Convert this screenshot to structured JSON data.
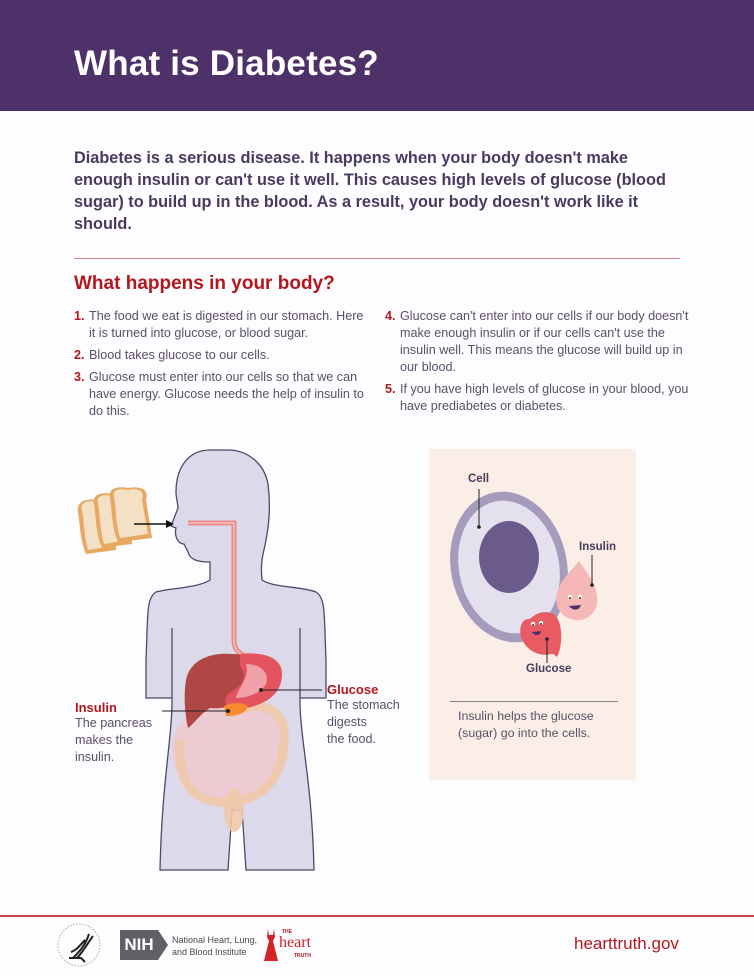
{
  "header": {
    "title": "What is Diabetes?",
    "background": "#4f316a"
  },
  "intro": "Diabetes is a serious disease. It happens when your body doesn't make enough insulin or can't use it well. This causes high levels of glucose (blood sugar) to build up in the blood. As a result, your body doesn't work like it should.",
  "section": {
    "title": "What happens in your body?"
  },
  "steps": [
    {
      "num": "1.",
      "text": "The food we eat is digested in our stomach. Here it is turned into glucose, or blood sugar."
    },
    {
      "num": "2.",
      "text": "Blood takes glucose to our cells."
    },
    {
      "num": "3.",
      "text": "Glucose must enter into our cells so that we can have energy. Glucose needs the help of insulin to do this."
    },
    {
      "num": "4.",
      "text": "Glucose can't enter into our cells if our body doesn't make enough insulin or if our cells can't use the insulin well. This means the glucose will build up in our blood."
    },
    {
      "num": "5.",
      "text": "If you have high levels of glucose in your blood, you have prediabetes or diabetes."
    }
  ],
  "body_diagram": {
    "insulin": {
      "label": "Insulin",
      "caption_lines": [
        "The pancreas",
        "makes the",
        "insulin."
      ]
    },
    "glucose": {
      "label": "Glucose",
      "caption_lines": [
        "The stomach",
        "digests",
        "the food."
      ]
    }
  },
  "cell_diagram": {
    "cell_label": "Cell",
    "insulin_label": "Insulin",
    "glucose_label": "Glucose",
    "caption": "Insulin helps the glucose (sugar) go into the cells."
  },
  "footer": {
    "nih_text": "NIH",
    "nhlbi_lines": [
      "National Heart, Lung,",
      "and Blood Institute"
    ],
    "heart_the": "THE",
    "heart_word": "heart",
    "heart_truth": "TRUTH",
    "website": "hearttruth.gov"
  },
  "colors": {
    "accent_red": "#b3171c",
    "purple": "#4f316a",
    "text": "#5b5068"
  }
}
